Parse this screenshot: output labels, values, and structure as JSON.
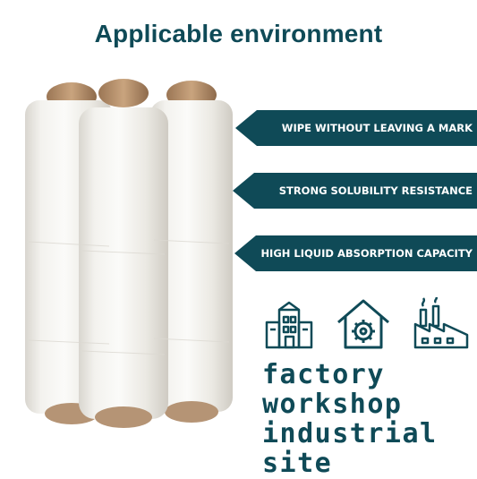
{
  "title": "Applicable environment",
  "banners": [
    "WIPE WITHOUT LEAVING A MARK",
    "STRONG SOLUBILITY RESISTANCE",
    "HIGH LIQUID ABSORPTION CAPACITY"
  ],
  "environments": [
    "factory",
    "workshop",
    "industrial site"
  ],
  "icons": [
    "factory-building-icon",
    "workshop-house-icon",
    "industrial-site-icon"
  ],
  "colors": {
    "accent": "#0f4a57",
    "background": "#ffffff"
  }
}
